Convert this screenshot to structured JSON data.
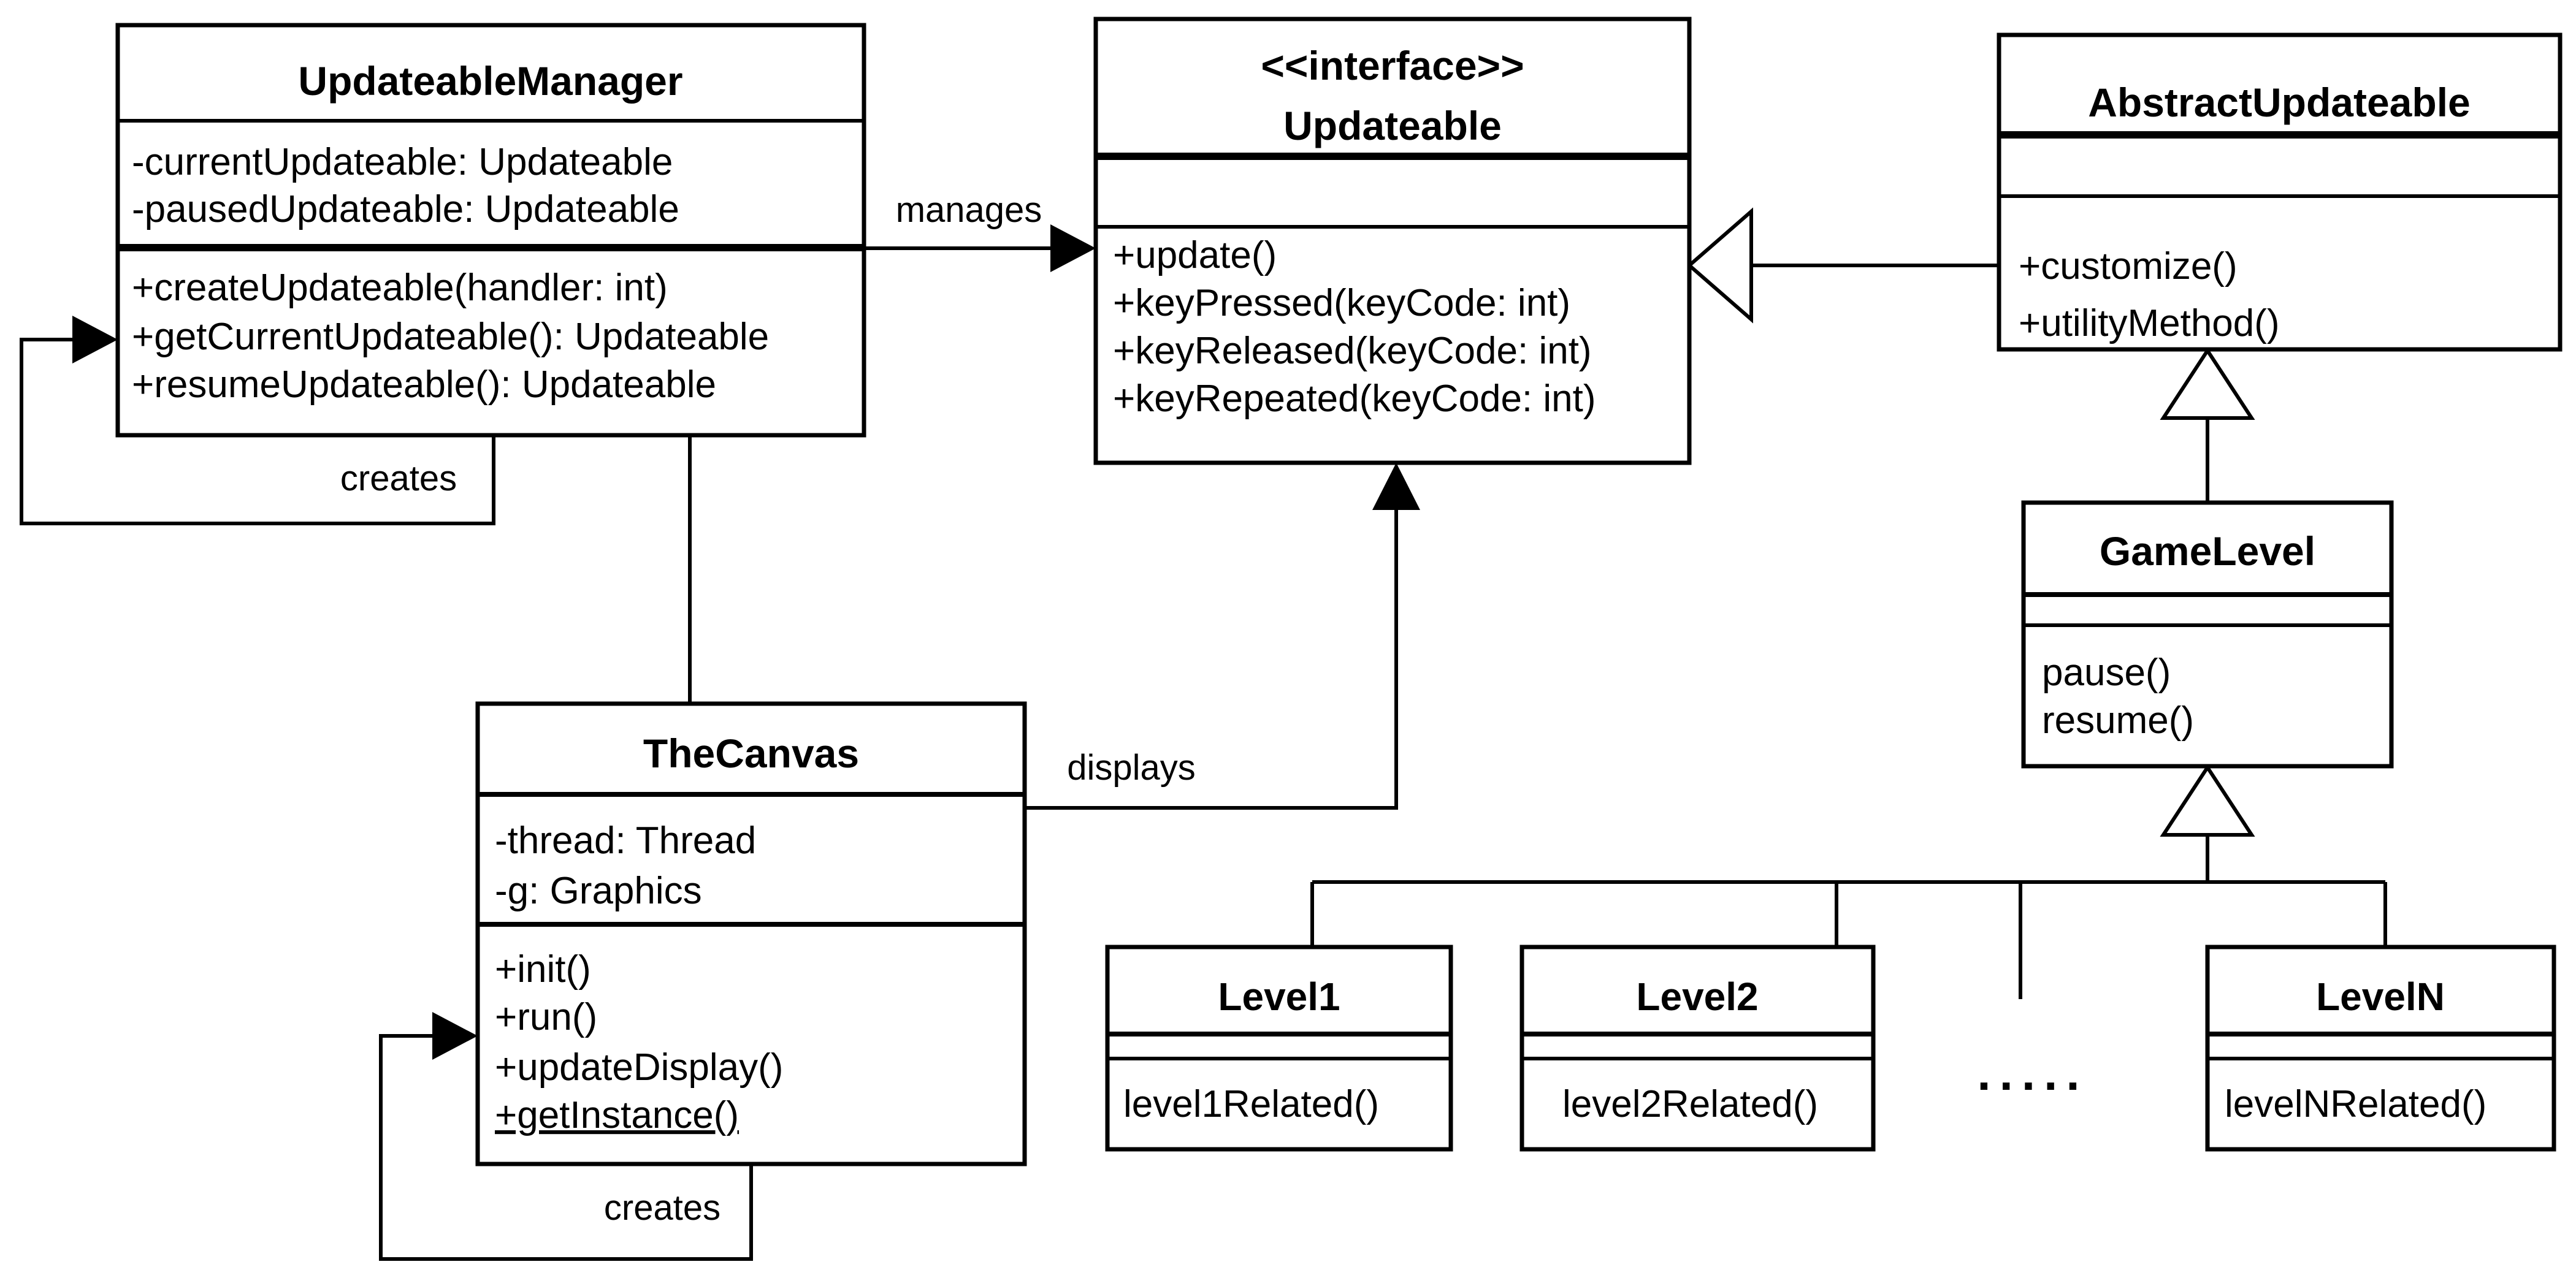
{
  "classes": {
    "updateable_manager": {
      "name": "UpdateableManager",
      "attributes": [
        "-currentUpdateable: Updateable",
        "-pausedUpdateable: Updateable"
      ],
      "methods": [
        "+createUpdateable(handler: int)",
        "+getCurrentUpdateable(): Updateable",
        "+resumeUpdateable(): Updateable"
      ]
    },
    "updateable": {
      "stereotype": "<<interface>>",
      "name": "Updateable",
      "methods": [
        "+update()",
        "+keyPressed(keyCode: int)",
        "+keyReleased(keyCode: int)",
        "+keyRepeated(keyCode: int)"
      ]
    },
    "abstract_updateable": {
      "name": "AbstractUpdateable",
      "methods": [
        "+customize()",
        "+utilityMethod()"
      ]
    },
    "the_canvas": {
      "name": "TheCanvas",
      "attributes": [
        "-thread: Thread",
        "-g: Graphics"
      ],
      "methods": [
        "+init()",
        "+run()",
        "+updateDisplay()",
        "+getInstance()"
      ]
    },
    "game_level": {
      "name": "GameLevel",
      "methods": [
        "pause()",
        "resume()"
      ]
    },
    "level1": {
      "name": "Level1",
      "methods": [
        "level1Related()"
      ]
    },
    "level2": {
      "name": "Level2",
      "methods": [
        "level2Related()"
      ]
    },
    "level_n": {
      "name": "LevelN",
      "methods": [
        "levelNRelated()"
      ]
    }
  },
  "relationships": {
    "manages_label": "manages",
    "creates_manager_label": "creates",
    "creates_canvas_label": "creates",
    "displays_label": "displays",
    "ellipsis": "....."
  },
  "colors": {
    "line": "#000000",
    "background": "#ffffff"
  }
}
